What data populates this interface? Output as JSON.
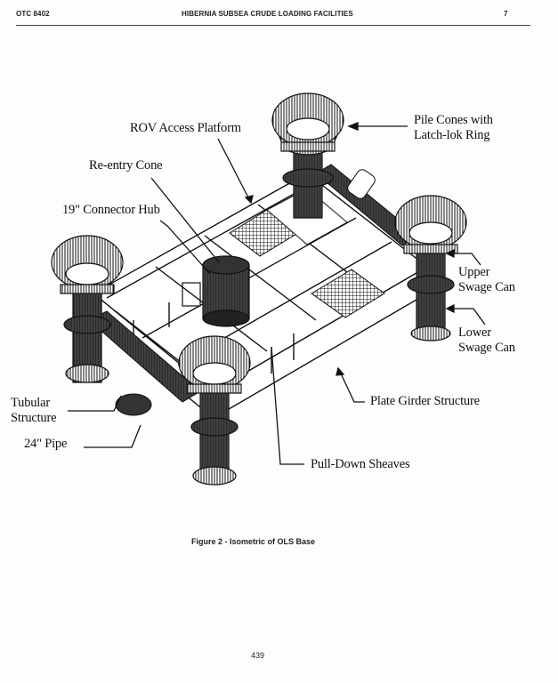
{
  "header": {
    "paper_id": "OTC 8402",
    "running_title": "HIBERNIA SUBSEA CRUDE LOADING FACILITIES",
    "page_number": "7"
  },
  "figure": {
    "labels": {
      "rov_access_platform": "ROV Access Platform",
      "pile_cones_line1": "Pile Cones with",
      "pile_cones_line2": "Latch-lok Ring",
      "reentry_cone": "Re-entry Cone",
      "connector_hub": "19\" Connector Hub",
      "upper_swage_line1": "Upper",
      "upper_swage_line2": "Swage Can",
      "lower_swage_line1": "Lower",
      "lower_swage_line2": "Swage Can",
      "plate_girder": "Plate Girder Structure",
      "tubular_line1": "Tubular",
      "tubular_line2": "Structure",
      "pipe_24": "24\" Pipe",
      "pulldown_sheaves": "Pull-Down Sheaves"
    },
    "caption": "Figure 2 - Isometric of OLS Base"
  },
  "footer": {
    "page_number": "439"
  }
}
